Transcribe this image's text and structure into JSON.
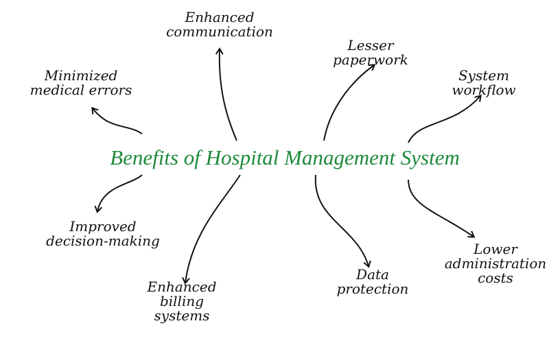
{
  "title": "Benefits of Hospital Management System",
  "title_color": "#1e8a3c",
  "benefits": [
    {
      "lines": [
        "Enhanced",
        "communication"
      ]
    },
    {
      "lines": [
        "Minimized",
        "medical errors"
      ]
    },
    {
      "lines": [
        "Lesser",
        "paperwork"
      ]
    },
    {
      "lines": [
        "System",
        "workflow"
      ]
    },
    {
      "lines": [
        "Improved",
        "decision-making"
      ]
    },
    {
      "lines": [
        "Enhanced",
        "billing",
        "systems"
      ]
    },
    {
      "lines": [
        "Data",
        "protection"
      ]
    },
    {
      "lines": [
        "Lower",
        "administration",
        "costs"
      ]
    }
  ]
}
